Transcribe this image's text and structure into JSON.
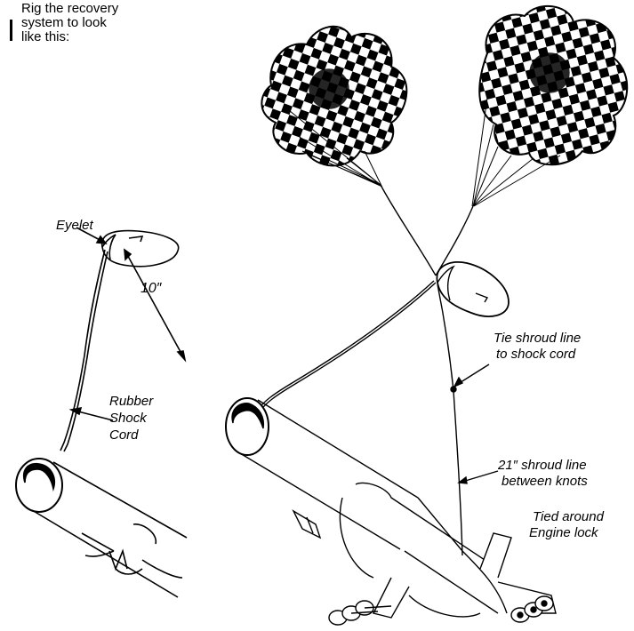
{
  "instruction": [
    "Rig the recovery",
    "system to look",
    "like this:"
  ],
  "labels": {
    "eyelet": "Eyelet",
    "length_10": "10″",
    "rubber_shock_cord": [
      "Rubber",
      "Shock",
      "Cord"
    ],
    "tie_shroud": [
      "Tie shroud line",
      "to shock cord"
    ],
    "shroud_21": [
      "21″ shroud line",
      "between knots"
    ],
    "tied_around": [
      "Tied around",
      "Engine lock"
    ]
  }
}
